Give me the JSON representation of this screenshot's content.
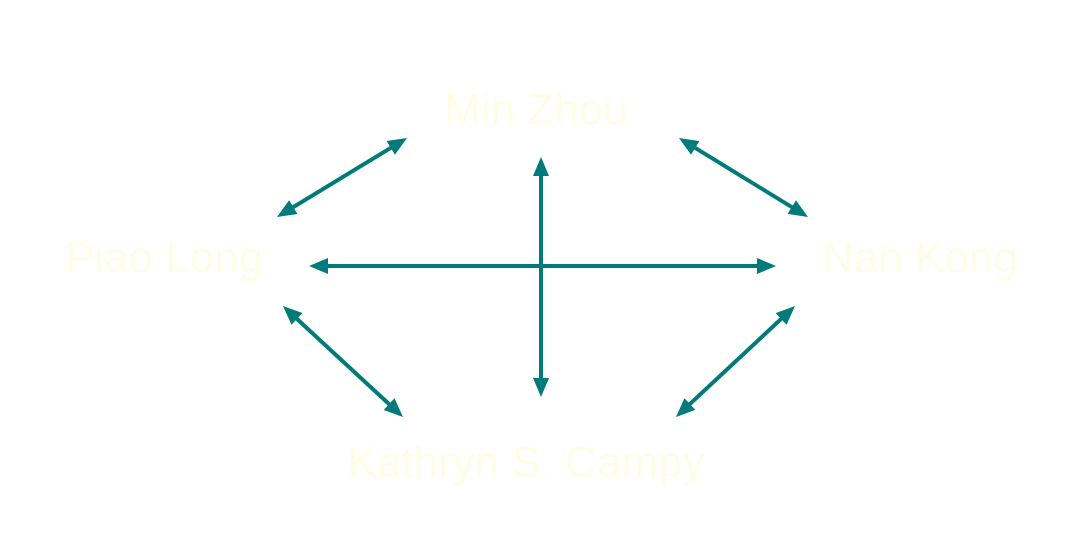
{
  "diagram": {
    "nodes": [
      {
        "id": "top",
        "label": "Min Zhou"
      },
      {
        "id": "left",
        "label": "Piao Long"
      },
      {
        "id": "right",
        "label": "Nan Kong"
      },
      {
        "id": "bottom",
        "label": "Kathryn S. Campy"
      }
    ],
    "edges": [
      {
        "from": "left",
        "to": "top"
      },
      {
        "from": "top",
        "to": "right"
      },
      {
        "from": "left",
        "to": "right"
      },
      {
        "from": "top",
        "to": "bottom"
      },
      {
        "from": "left",
        "to": "bottom"
      },
      {
        "from": "right",
        "to": "bottom"
      }
    ]
  },
  "colors": {
    "arrow": "#007a7a",
    "label": "#fffde6",
    "background": "#ffffff"
  }
}
